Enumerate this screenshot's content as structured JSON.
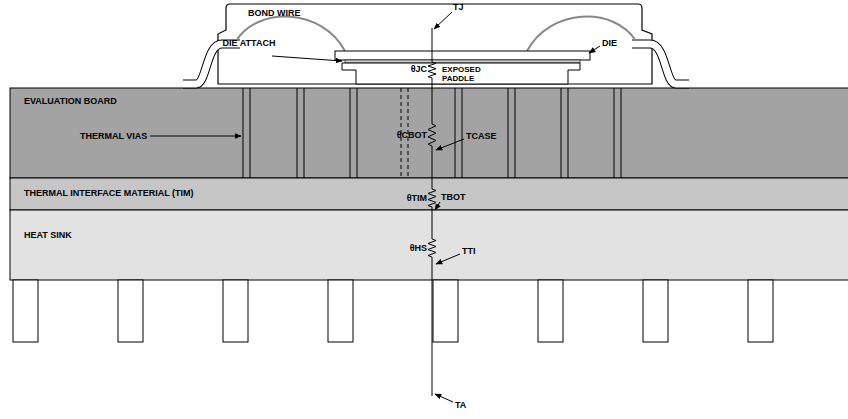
{
  "diagram": {
    "nodes": [
      {
        "text": [
          "EXPOSED PADDLE"
        ]
      },
      {
        "text": [
          "EVALUATION BOARD"
        ]
      },
      {
        "text": [
          "THERMAL INTERFACE MATERIAL (TIM)"
        ]
      },
      {
        "text": [
          "HEAT SINK"
        ]
      }
    ],
    "labels": [
      "BOND WIRE",
      "TJ",
      "DIE ATTACH",
      "DIE",
      "θJC",
      "THERMAL VIAS",
      "θCBOT",
      "TCASE",
      "θTIM",
      "TBOT",
      "θHS",
      "TTI",
      "TA"
    ]
  }
}
